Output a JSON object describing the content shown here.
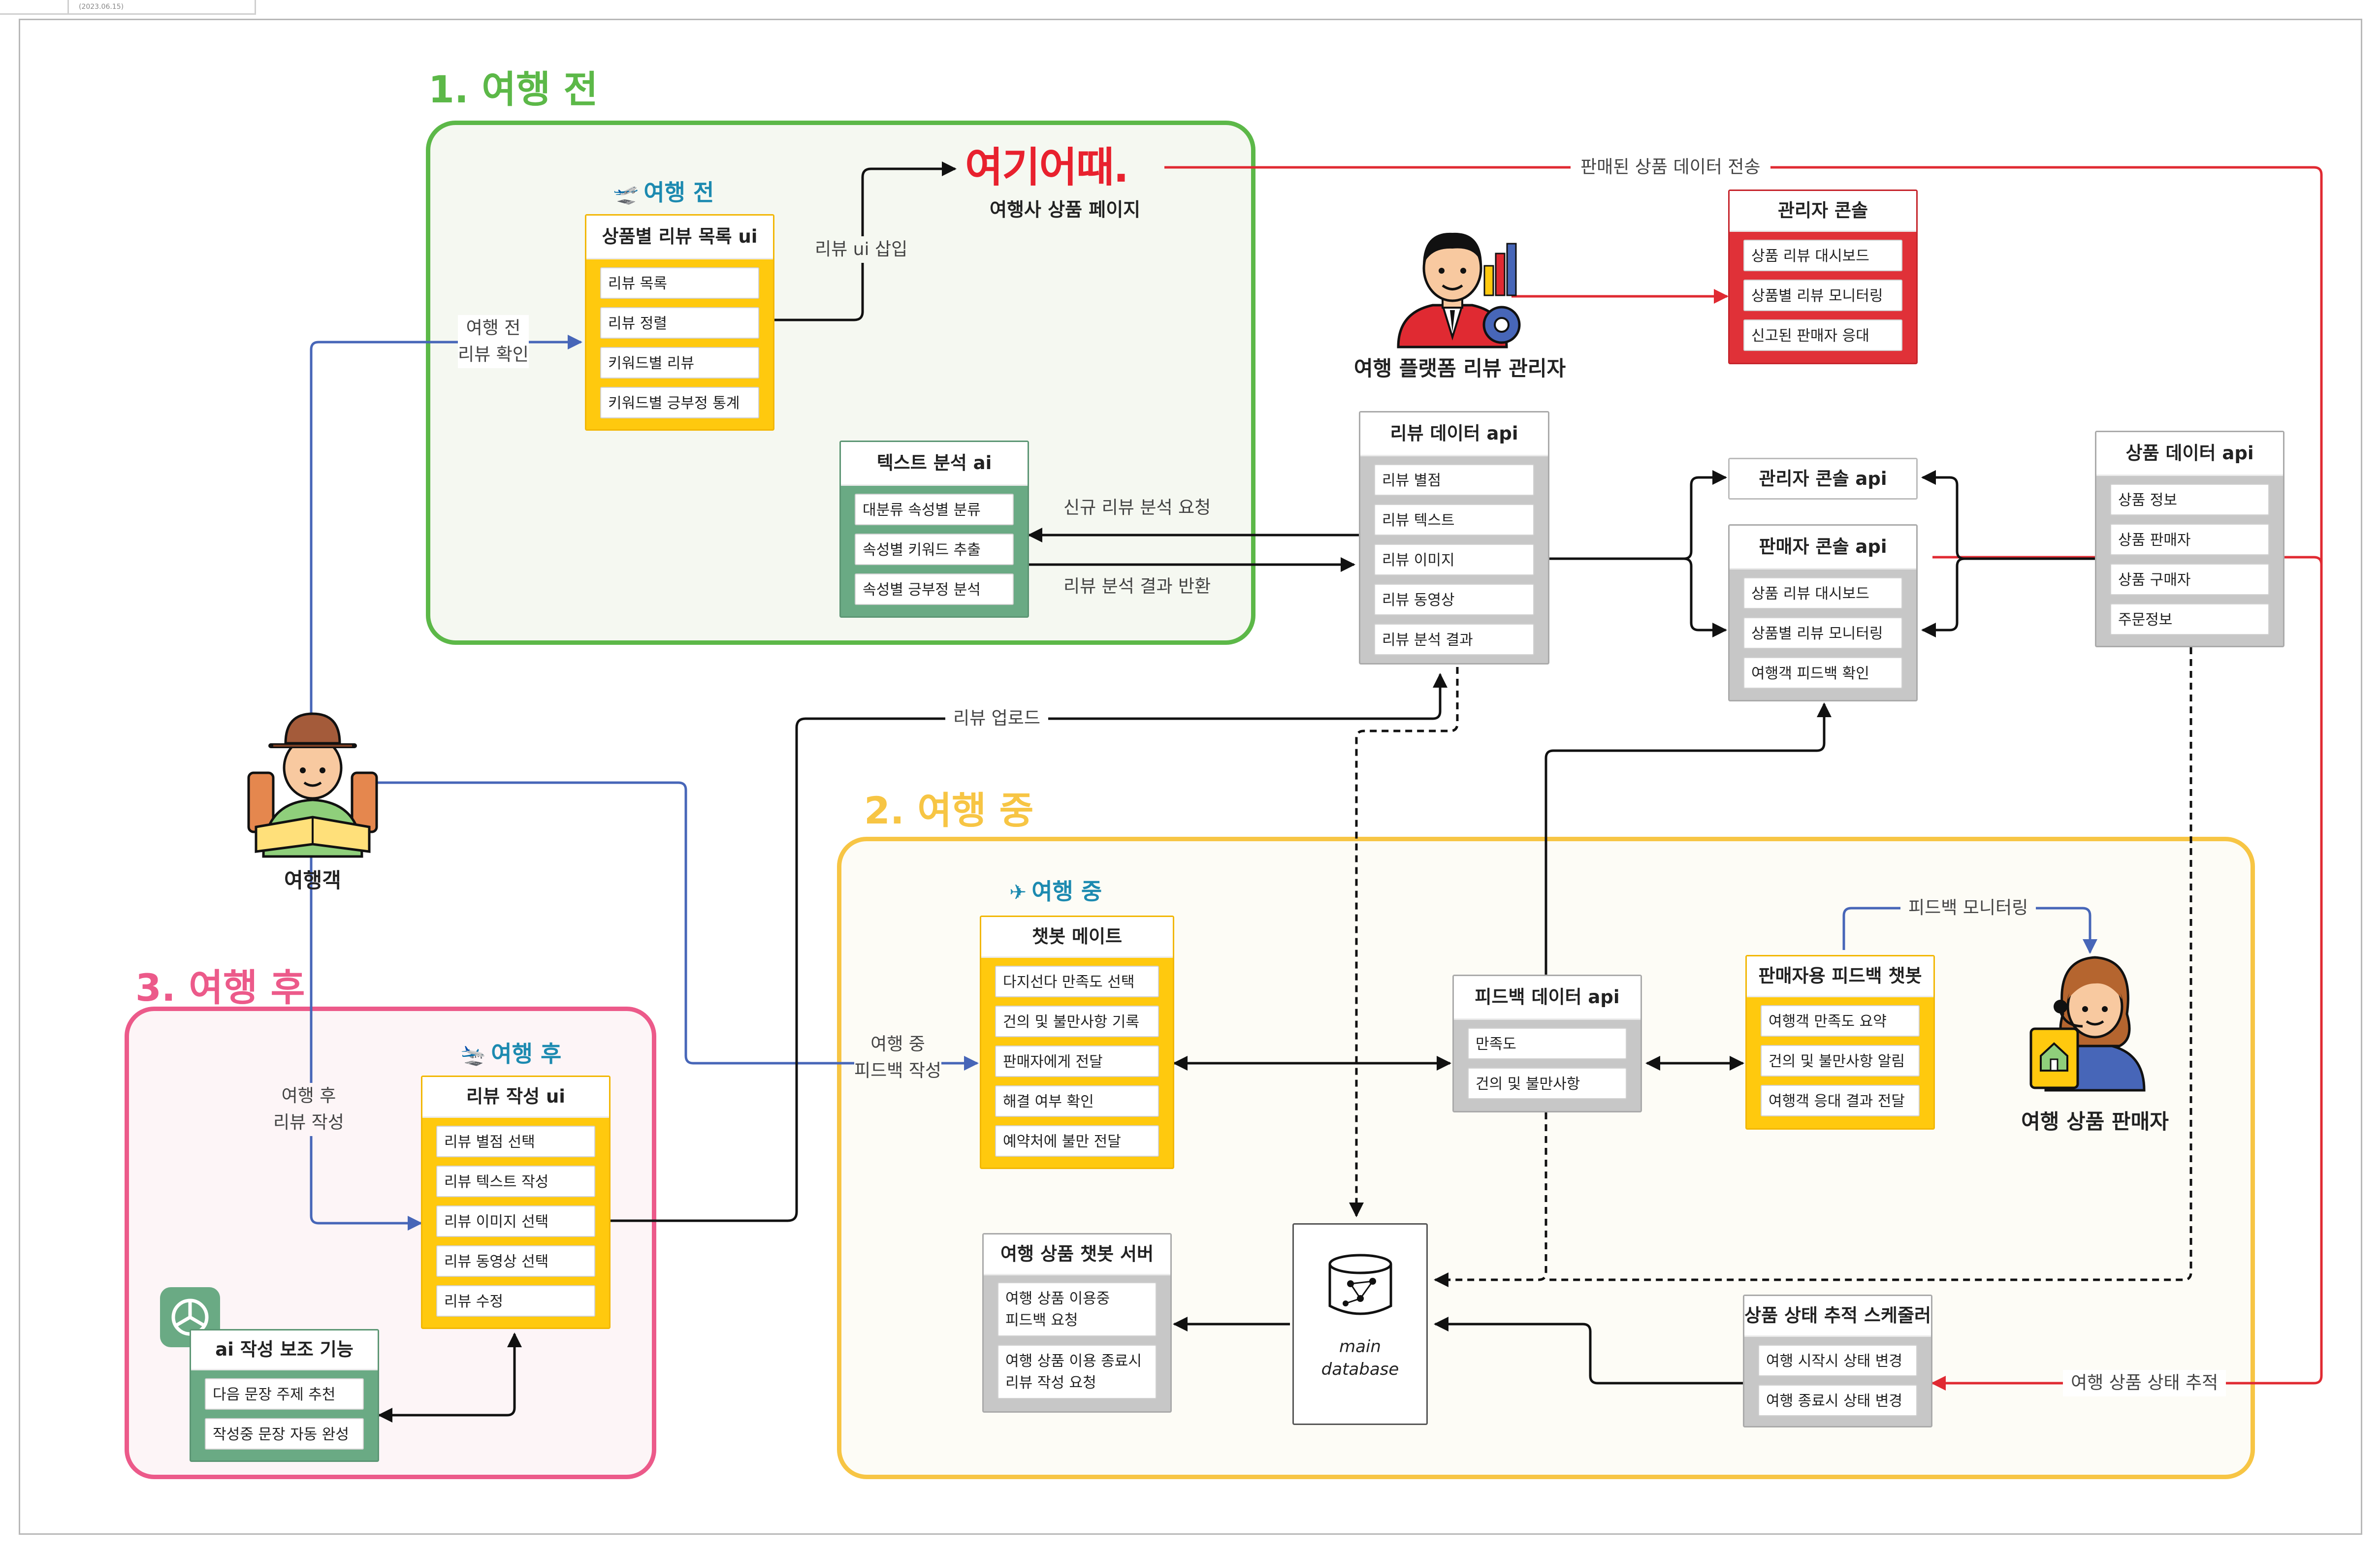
{
  "header": {
    "stamp": "(2023.06.15)"
  },
  "regions": {
    "before": {
      "title": "1. 여행 전",
      "color": "#5cb848"
    },
    "during": {
      "title": "2. 여행 중",
      "color": "#f7c544"
    },
    "after": {
      "title": "3. 여행 후",
      "color": "#ec5a8a"
    }
  },
  "section_heads": {
    "before": "여행 전",
    "during": "여행 중",
    "after": "여행 후"
  },
  "brand": {
    "logo_text": "여기어때.",
    "page_label": "여행사 상품 페이지",
    "logo_color": "#e8212e"
  },
  "actors": {
    "traveler": "여행객",
    "admin": "여행 플랫폼 리뷰 관리자",
    "seller": "여행 상품 판매자"
  },
  "boxes": {
    "review_list_ui": {
      "title": "상품별 리뷰 목록 ui",
      "items": [
        "리뷰 목록",
        "리뷰 정렬",
        "키워드별 리뷰",
        "키워드별 긍부정 통계"
      ]
    },
    "text_ai": {
      "title": "텍스트 분석 ai",
      "items": [
        "대분류 속성별 분류",
        "속성별 키워드 추출",
        "속성별 긍부정 분석"
      ]
    },
    "admin_console": {
      "title": "관리자 콘솔",
      "items": [
        "상품 리뷰 대시보드",
        "상품별 리뷰 모니터링",
        "신고된 판매자 응대"
      ]
    },
    "review_api": {
      "title": "리뷰 데이터 api",
      "items": [
        "리뷰 별점",
        "리뷰 텍스트",
        "리뷰 이미지",
        "리뷰 동영상",
        "리뷰 분석 결과"
      ]
    },
    "admin_console_api": {
      "title": "관리자 콘솔 api"
    },
    "seller_console_api": {
      "title": "판매자 콘솔 api",
      "items": [
        "상품 리뷰 대시보드",
        "상품별 리뷰 모니터링",
        "여행객 피드백 확인"
      ]
    },
    "product_api": {
      "title": "상품 데이터 api",
      "items": [
        "상품 정보",
        "상품 판매자",
        "상품 구매자",
        "주문정보"
      ]
    },
    "chatbot_mate": {
      "title": "챗봇 메이트",
      "items": [
        "다지선다 만족도 선택",
        "건의 및 불만사항 기록",
        "판매자에게 전달",
        "해결 여부 확인",
        "예약처에 불만 전달"
      ]
    },
    "feedback_api": {
      "title": "피드백 데이터 api",
      "items": [
        "만족도",
        "건의 및 불만사항"
      ]
    },
    "seller_bot": {
      "title": "판매자용 피드백 챗봇",
      "items": [
        "여행객 만족도 요약",
        "건의 및 불만사항 알림",
        "여행객 응대 결과 전달"
      ]
    },
    "chatbot_server": {
      "title": "여행 상품 챗봇 서버",
      "items": [
        "여행 상품 이용중\n피드백 요청",
        "여행 상품 이용 종료시\n리뷰 작성 요청"
      ]
    },
    "main_db": {
      "line1": "main",
      "line2": "database"
    },
    "scheduler": {
      "title": "상품 상태 추적 스케줄러",
      "items": [
        "여행 시작시 상태 변경",
        "여행 종료시 상태 변경"
      ]
    },
    "review_write_ui": {
      "title": "리뷰 작성 ui",
      "items": [
        "리뷰 별점 선택",
        "리뷰 텍스트 작성",
        "리뷰 이미지 선택",
        "리뷰 동영상 선택",
        "리뷰 수정"
      ]
    },
    "ai_assist": {
      "title": "ai 작성 보조 기능",
      "items": [
        "다음 문장 주제 추천",
        "작성중 문장 자동 완성"
      ]
    }
  },
  "edge_labels": {
    "before_check_1": "여행 전",
    "before_check_2": "리뷰 확인",
    "insert_ui": "리뷰 ui 삽입",
    "sold_data": "판매된 상품 데이터 전송",
    "new_review_req": "신규 리뷰 분석 요청",
    "result_return": "리뷰 분석 결과 반환",
    "review_upload": "리뷰 업로드",
    "during_fb_1": "여행 중",
    "during_fb_2": "피드백 작성",
    "after_write_1": "여행 후",
    "after_write_2": "리뷰 작성",
    "fb_monitor": "피드백 모니터링",
    "status_track": "여행 상품 상태 추적"
  },
  "icons": {
    "plane_before": "airplane-takeoff-icon",
    "plane_during": "airplane-icon",
    "plane_after": "airplane-landing-icon",
    "ai_logo": "openai-logo-icon",
    "database": "database-icon"
  }
}
